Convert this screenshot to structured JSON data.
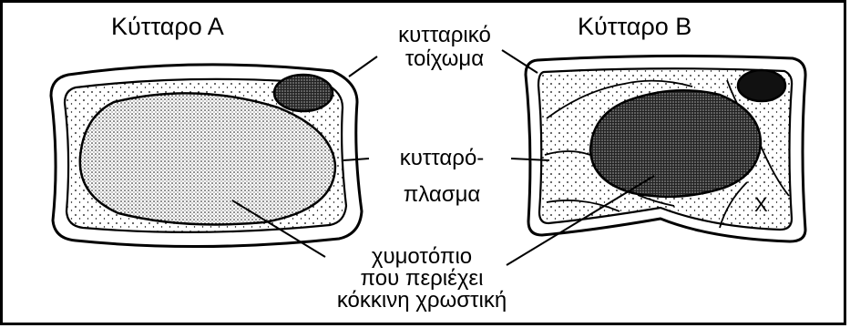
{
  "cell_a_title": "Κύτταρο Α",
  "cell_b_title": "Κύτταρο Β",
  "cell_wall_label": [
    "κυτταρικό",
    "τοίχωμα"
  ],
  "cytoplasm_label": [
    "κυτταρό-",
    "πλασμα"
  ],
  "vacuole_label": [
    "χυμοτόπιο",
    "που περιέχει",
    "κόκκινη χρωστική"
  ],
  "x_mark": "X",
  "colors": {
    "outline": "#000000",
    "background": "#ffffff"
  }
}
